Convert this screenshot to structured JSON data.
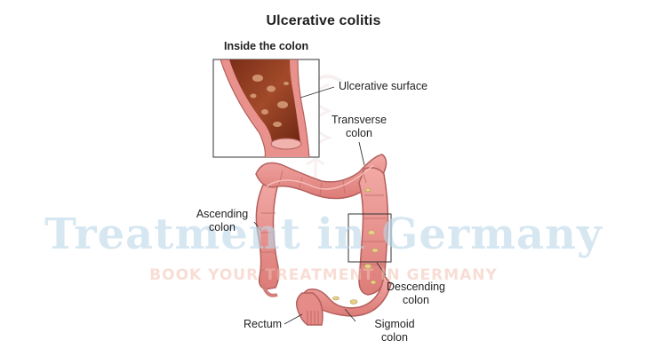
{
  "title": "Ulcerative colitis",
  "inset": {
    "title": "Inside the colon"
  },
  "labels": {
    "ulcerative_surface": "Ulcerative surface",
    "transverse_colon": [
      "Transverse",
      "colon"
    ],
    "ascending_colon": [
      "Ascending",
      "colon"
    ],
    "descending_colon": [
      "Descending",
      "colon"
    ],
    "sigmoid_colon": [
      "Sigmoid",
      "colon"
    ],
    "rectum": "Rectum"
  },
  "watermark": {
    "main": "Treatment in Germany",
    "sub": "BOOK YOUR TREATMENT IN GERMANY"
  },
  "colors": {
    "colon_fill": "#e98f8c",
    "colon_outline": "#b4605d",
    "inflamed_interior": "#8a3a20",
    "leader_line": "#333333",
    "watermark_blue": "#bcd8ea",
    "watermark_pink": "#f3c3b4"
  }
}
